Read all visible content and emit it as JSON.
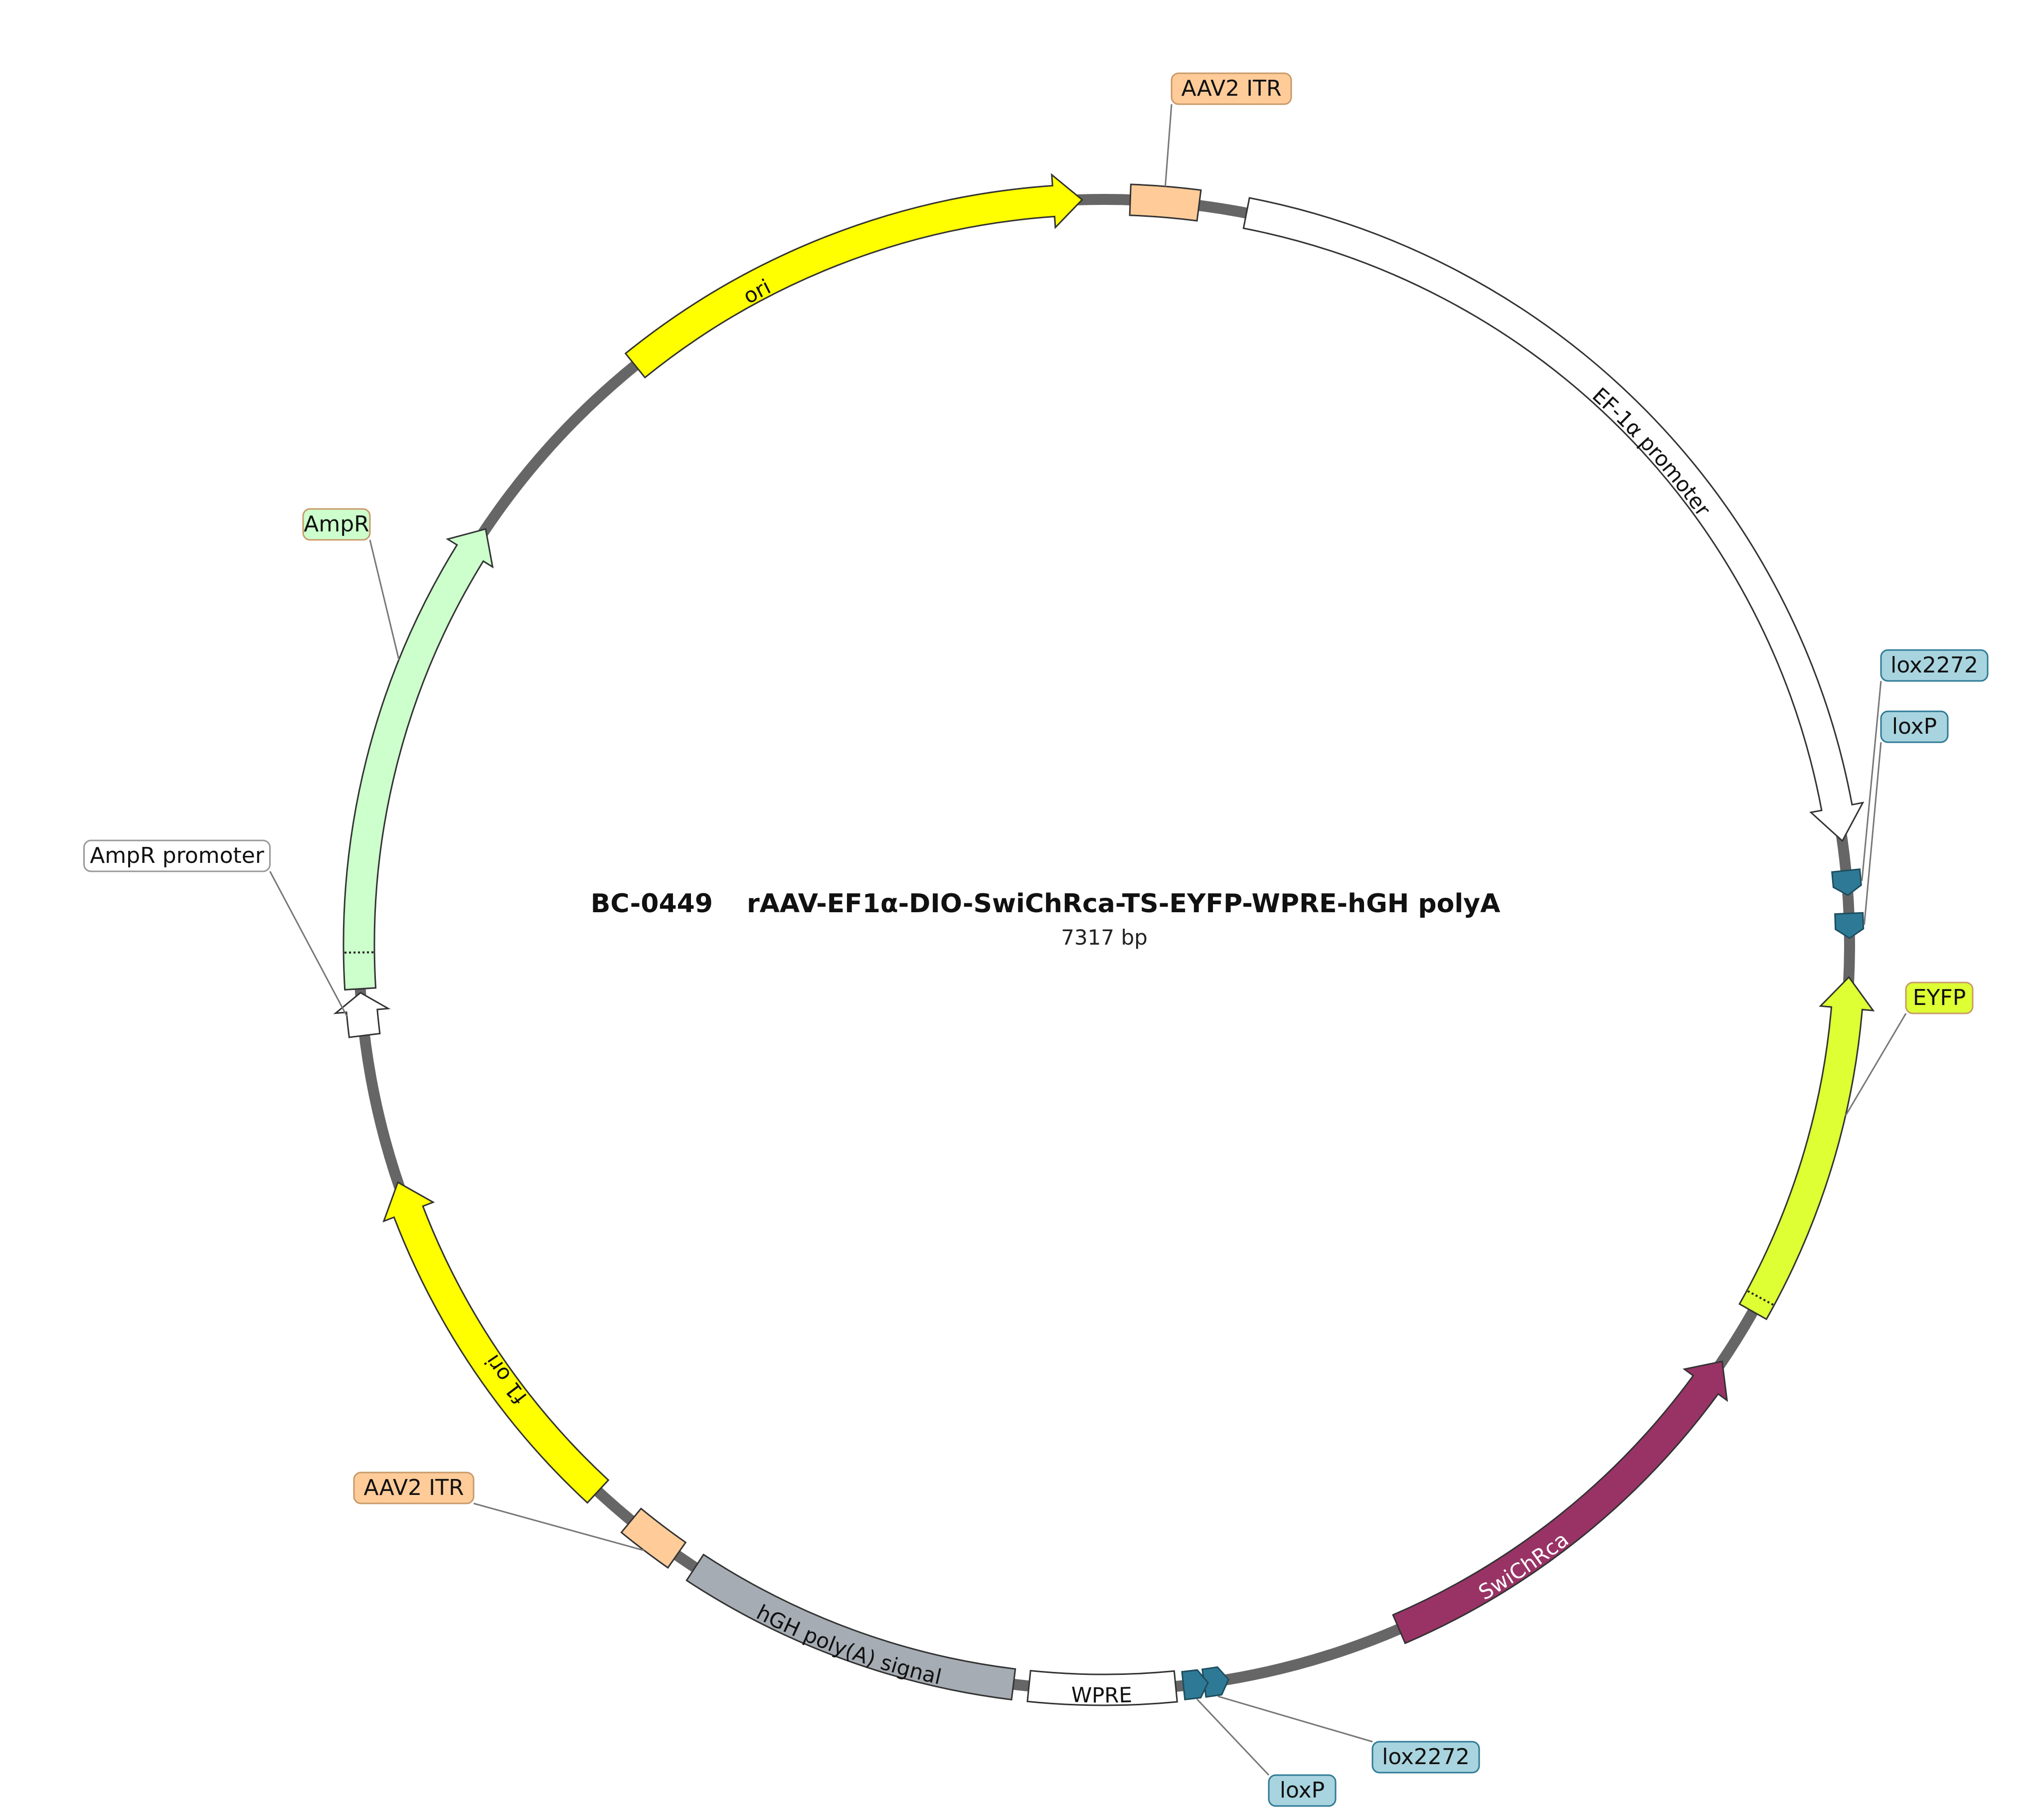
{
  "map": {
    "id": "BC-0449",
    "name": "rAAV-EF1α-DIO-SwiChRca-TS-EYFP-WPRE-hGH polyA",
    "size": "7317 bp"
  },
  "features": [
    {
      "key": "itr-top",
      "label": "AAV2 ITR",
      "color": "#ffcc99",
      "kind": "box"
    },
    {
      "key": "ef1a",
      "label": "EF-1α promoter",
      "color": "#ffffff",
      "kind": "arrow"
    },
    {
      "key": "lox2272-a",
      "label": "lox2272",
      "color": "#2e7a96",
      "kind": "site"
    },
    {
      "key": "loxp-a",
      "label": "loxP",
      "color": "#2e7a96",
      "kind": "site"
    },
    {
      "key": "eyfp",
      "label": "EYFP",
      "color": "#ddff33",
      "kind": "arrow"
    },
    {
      "key": "swichrca",
      "label": "SwiChRca",
      "color": "#993366",
      "kind": "arrow"
    },
    {
      "key": "lox2272-b",
      "label": "lox2272",
      "color": "#2e7a96",
      "kind": "site"
    },
    {
      "key": "loxp-b",
      "label": "loxP",
      "color": "#2e7a96",
      "kind": "site"
    },
    {
      "key": "wpre",
      "label": "WPRE",
      "color": "#ffffff",
      "kind": "box"
    },
    {
      "key": "hgh",
      "label": "hGH poly(A) signal",
      "color": "#a6acb3",
      "kind": "box"
    },
    {
      "key": "itr-bottom",
      "label": "AAV2 ITR",
      "color": "#ffcc99",
      "kind": "box"
    },
    {
      "key": "f1ori",
      "label": "f1 ori",
      "color": "#ffff00",
      "kind": "arrow"
    },
    {
      "key": "ampr-promoter",
      "label": "AmpR promoter",
      "color": "#ffffff",
      "kind": "arrow"
    },
    {
      "key": "ampr",
      "label": "AmpR",
      "color": "#ccffcc",
      "kind": "arrow"
    },
    {
      "key": "ori",
      "label": "ori",
      "color": "#ffff00",
      "kind": "arrow"
    }
  ]
}
